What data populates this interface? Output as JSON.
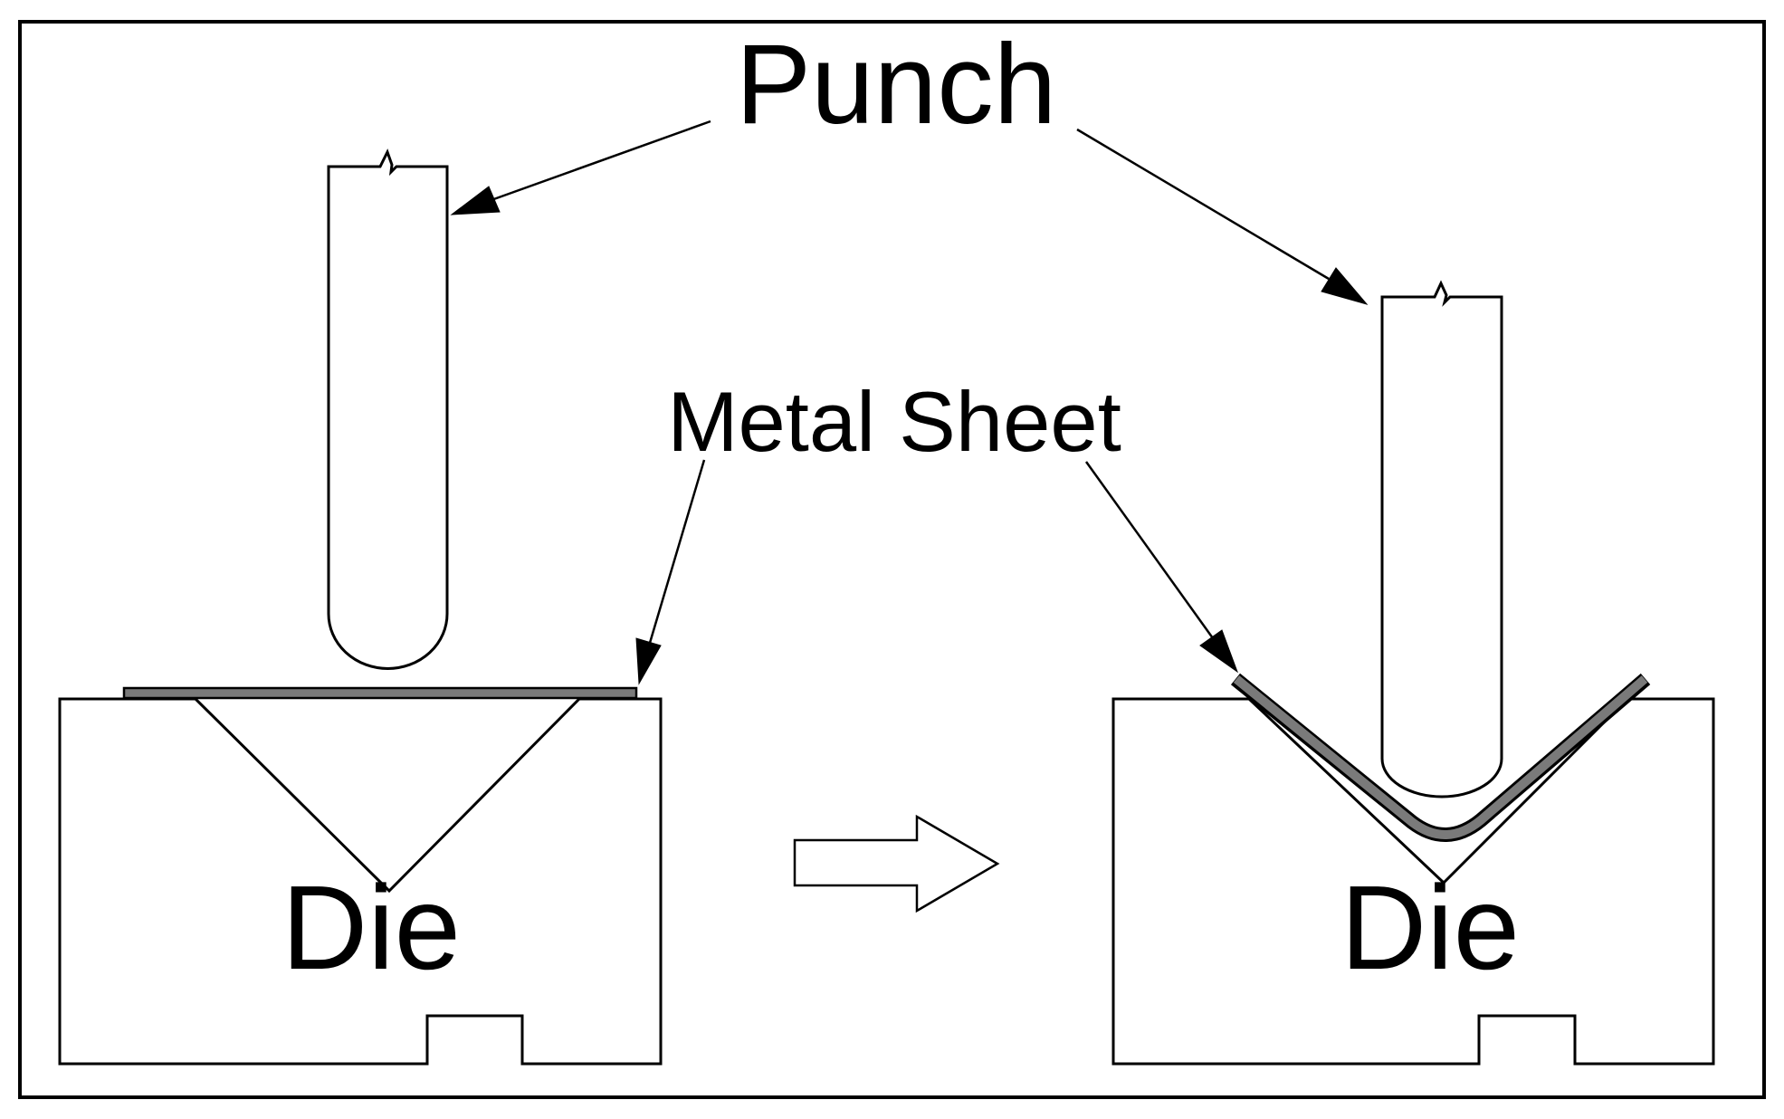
{
  "labels": {
    "punch": "Punch",
    "metal_sheet": "Metal Sheet",
    "die_left": "Die",
    "die_right": "Die"
  },
  "colors": {
    "line": "#000000",
    "sheet_fill": "#7a7a7a",
    "background": "#ffffff"
  }
}
